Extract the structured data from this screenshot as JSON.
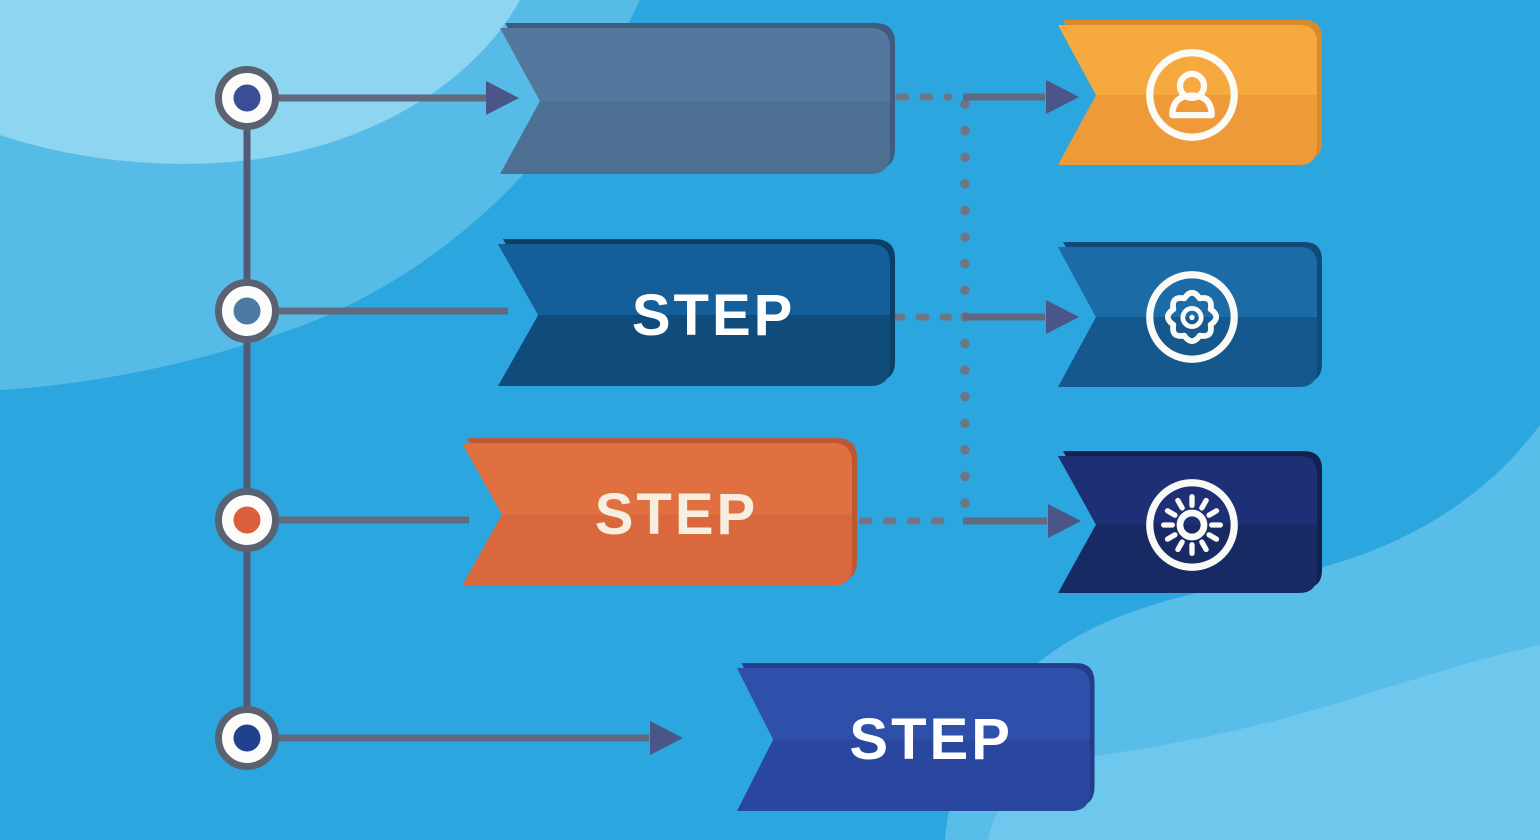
{
  "title": "step-timeline-infographic",
  "palette": {
    "bg_base": "#2CA6DE",
    "bg_wave_top_mid": "#57BBE8",
    "bg_wave_top_light": "#8ED5F2",
    "bg_wave_bottom_mid": "#58BDE8",
    "bg_wave_bottom_light": "#6EC8ED",
    "connector_line": "#61697E",
    "timeline_line": "#505C77",
    "arrowhead": "#4A5588",
    "dotted_line": "#6F7584",
    "node_border": "#5A6272",
    "node_fill": "#FCFCFA",
    "icon_stroke": "#FAFAF6"
  },
  "timeline": {
    "nodes": [
      {
        "id": 1,
        "dot_color": "#3A4E95"
      },
      {
        "id": 2,
        "dot_color": "#4D7AA3"
      },
      {
        "id": 3,
        "dot_color": "#D8603A"
      },
      {
        "id": 4,
        "dot_color": "#20418D"
      }
    ]
  },
  "steps": [
    {
      "label": "",
      "color_top": "#54789D",
      "color_bottom": "#4D7092",
      "shadow": "#3F5C80",
      "text_color": "#FFFFFF"
    },
    {
      "label": "STEP",
      "color_top": "#145F99",
      "color_bottom": "#0F4C7C",
      "shadow": "#0C3F66",
      "text_color": "#FFFFFF"
    },
    {
      "label": "STEP",
      "color_top": "#E17040",
      "color_bottom": "#D9693D",
      "shadow": "#BD5833",
      "text_color": "#F6EFE0"
    },
    {
      "label": "STEP",
      "color_top": "#2E50AA",
      "color_bottom": "#2A47A0",
      "shadow": "#233D8A",
      "text_color": "#FFFFFF"
    }
  ],
  "outcomes": [
    {
      "icon": "person-icon",
      "color_top": "#F6A93E",
      "color_bottom": "#EF9A39",
      "shadow": "#D98A2D"
    },
    {
      "icon": "badge-icon",
      "color_top": "#1A6BA6",
      "color_bottom": "#14588E",
      "shadow": "#0F4A79"
    },
    {
      "icon": "sun-icon",
      "color_top": "#1D2F75",
      "color_bottom": "#182A63",
      "shadow": "#13214F"
    }
  ]
}
